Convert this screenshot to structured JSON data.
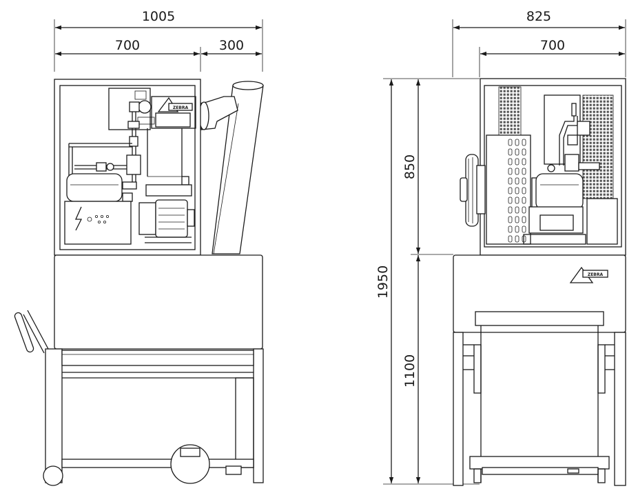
{
  "front_view": {
    "dim_total_width": "1005",
    "dim_cabinet_width": "700",
    "dim_duct_width": "300"
  },
  "side_view": {
    "dim_total_depth": "825",
    "dim_cabinet_depth": "700",
    "dim_total_height": "1950",
    "dim_upper_height": "850",
    "dim_lower_height": "1100"
  },
  "colors": {
    "line": "#1a1a1a",
    "background": "#ffffff",
    "hatch": "#555555"
  },
  "icons": [
    "high-voltage-icon",
    "brand-logo-icon"
  ]
}
